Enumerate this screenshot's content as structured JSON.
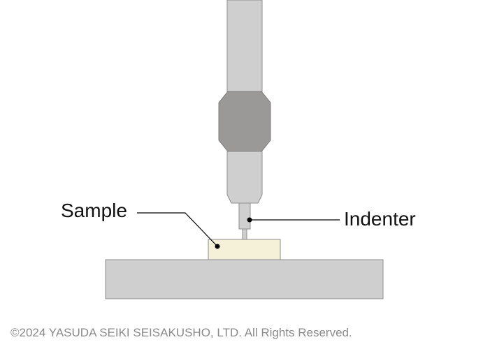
{
  "labels": {
    "sample": "Sample",
    "indenter": "Indenter"
  },
  "copyright": "©2024 YASUDA SEIKI SEISAKUSHO, LTD. All Rights Reserved.",
  "colors": {
    "shaft": "#cfcfcf",
    "collar": "#9b9898",
    "sample": "#f5f0d8",
    "base": "#cfcfcf",
    "outline": "#8c8c8c",
    "leader": "#000000"
  }
}
